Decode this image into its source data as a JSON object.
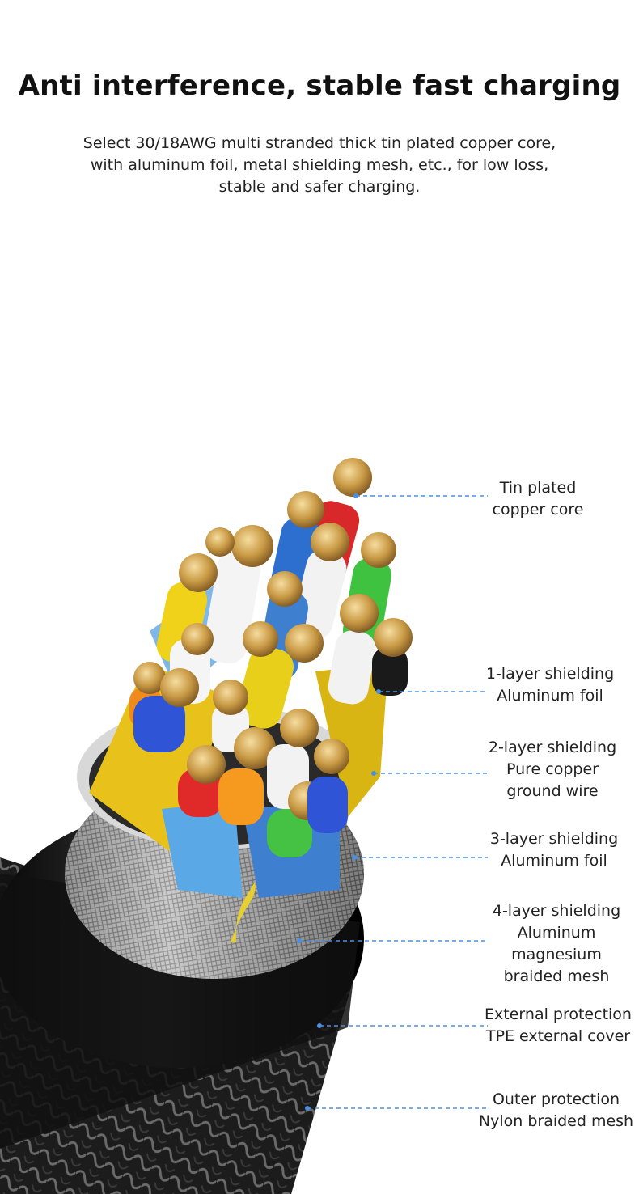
{
  "header": {
    "title": "Anti interference, stable fast charging",
    "subtitle_lines": [
      "Select 30/18AWG multi stranded thick tin plated copper core,",
      "with aluminum foil, metal shielding mesh, etc., for low loss,",
      "stable and safer charging."
    ]
  },
  "callouts": [
    {
      "lines": [
        "Tin plated",
        "copper core"
      ]
    },
    {
      "lines": [
        "1-layer shielding",
        "Aluminum foil"
      ]
    },
    {
      "lines": [
        "2-layer shielding",
        "Pure copper",
        "ground wire"
      ]
    },
    {
      "lines": [
        "3-layer shielding",
        "Aluminum foil"
      ]
    },
    {
      "lines": [
        "4-layer shielding",
        "Aluminum",
        "magnesium",
        "braided mesh"
      ]
    },
    {
      "lines": [
        "External protection",
        "TPE external cover"
      ]
    },
    {
      "lines": [
        "Outer protection",
        "Nylon braided mesh"
      ]
    }
  ],
  "colors": {
    "leader_line": "#4a90e2",
    "copper": "#c99a45",
    "jacket": "#1a1a1a"
  }
}
